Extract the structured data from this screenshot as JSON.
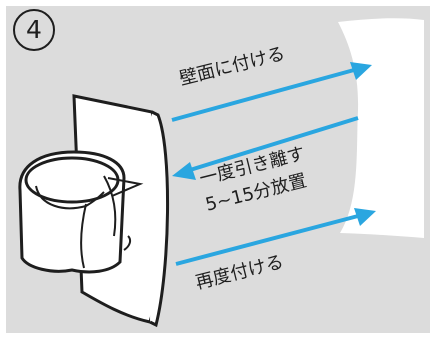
{
  "step_number": "4",
  "labels": {
    "attach_to_wall": "壁面に付ける",
    "peel_off_once": "一度引き離す",
    "leave_time": "5~15分放置",
    "reattach": "再度付ける"
  },
  "colors": {
    "panel": "#dcdcdc",
    "wall": "#ffffff",
    "arrow": "#2aa6e0",
    "outline": "#1e1e1e"
  },
  "icons": [
    "wall-surface",
    "suction-cup-holder",
    "arrow-right",
    "arrow-left"
  ]
}
